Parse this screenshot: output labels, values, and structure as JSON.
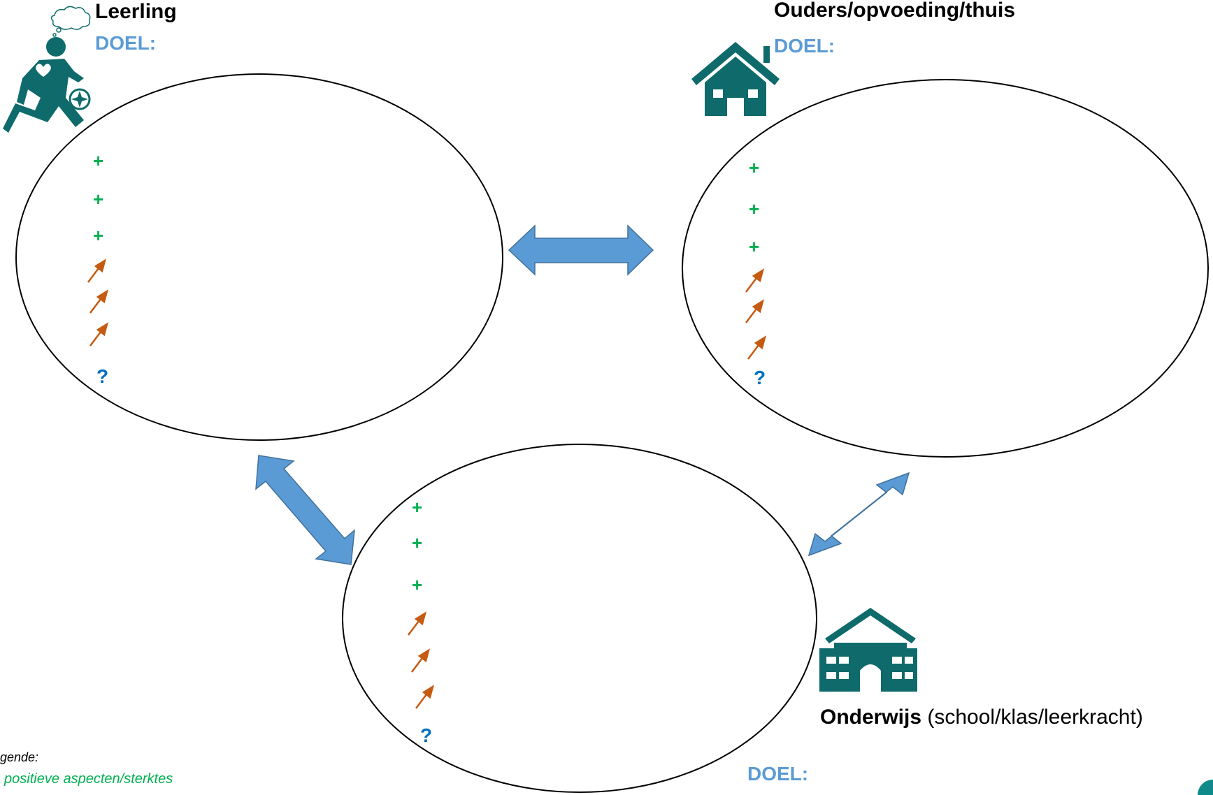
{
  "leerling": {
    "title": "Leerling",
    "doel": "DOEL:"
  },
  "ouders": {
    "title": "Ouders/opvoeding/thuis",
    "doel": "DOEL:"
  },
  "onderwijs": {
    "title_bold": "Onderwijs",
    "title_rest": " (school/klas/leerkracht)",
    "doel": "DOEL:"
  },
  "markers": {
    "plus": "+",
    "question": "?"
  },
  "legend": {
    "title": "gende:",
    "plus_line": "positieve aspecten/sterktes"
  },
  "colors": {
    "plus": "#00b050",
    "arrow": "#c55a11",
    "question": "#0070c0",
    "doel": "#5b9bd5",
    "double_arrow": "#5b9bd5",
    "icon": "#0f6b6b"
  },
  "icons": [
    "thought-bubble-icon",
    "student-walking-icon",
    "house-icon",
    "school-building-icon"
  ]
}
